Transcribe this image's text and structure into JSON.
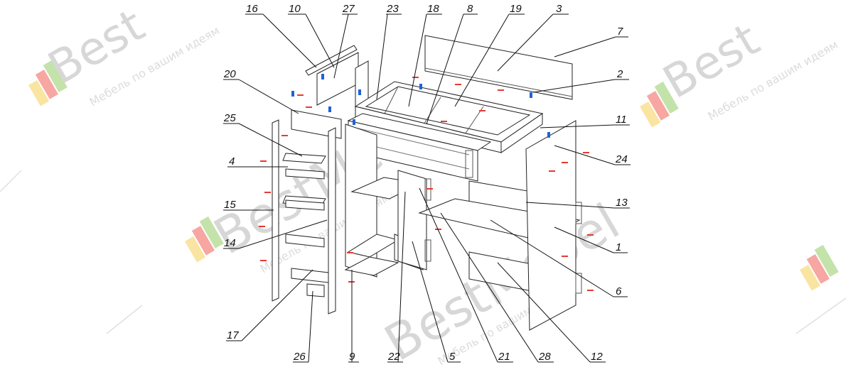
{
  "watermark": {
    "brand": "BestMebel",
    "brand_part": "Best",
    "tagline": "Мебель по вашим идеям",
    "logo_colors": [
      "#f4c430",
      "#ee3a2f",
      "#7ac143"
    ]
  },
  "diagram": {
    "callouts": [
      "1",
      "2",
      "3",
      "4",
      "5",
      "6",
      "7",
      "8",
      "9",
      "10",
      "11",
      "12",
      "13",
      "14",
      "15",
      "16",
      "17",
      "18",
      "19",
      "20",
      "21",
      "22",
      "23",
      "24",
      "25",
      "26",
      "27",
      "28"
    ]
  }
}
